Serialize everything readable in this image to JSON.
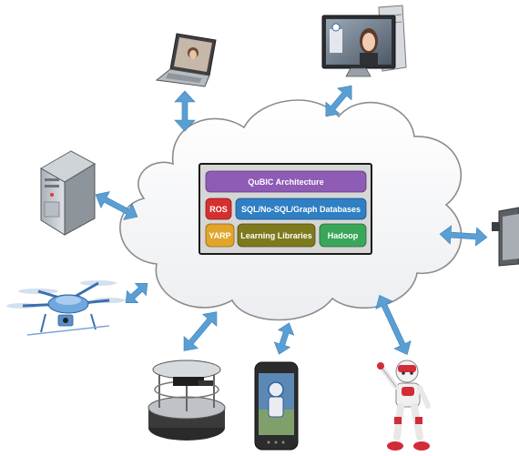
{
  "architecture": {
    "title": "QuBIC Architecture",
    "ros": "ROS",
    "databases": "SQL/No-SQL/Graph Databases",
    "yarp": "YARP",
    "learning": "Learning Libraries",
    "hadoop": "Hadoop"
  },
  "colors": {
    "title_box": "#8e5bb5",
    "ros_box": "#d62f2f",
    "databases_box": "#2f7fc4",
    "yarp_box": "#e0a52a",
    "learning_box": "#7d7a1d",
    "hadoop_box": "#3aa65a",
    "panel_bg": "#d6d6d6",
    "arrow": "#5a9fd4",
    "cloud_stroke": "#8c8c8c"
  },
  "devices": [
    {
      "name": "laptop-icon"
    },
    {
      "name": "desktop-computer-icon"
    },
    {
      "name": "server-tower-icon"
    },
    {
      "name": "wall-tablet-icon"
    },
    {
      "name": "drone-icon"
    },
    {
      "name": "mobile-robot-icon"
    },
    {
      "name": "smartphone-icon"
    },
    {
      "name": "humanoid-robot-icon"
    }
  ]
}
